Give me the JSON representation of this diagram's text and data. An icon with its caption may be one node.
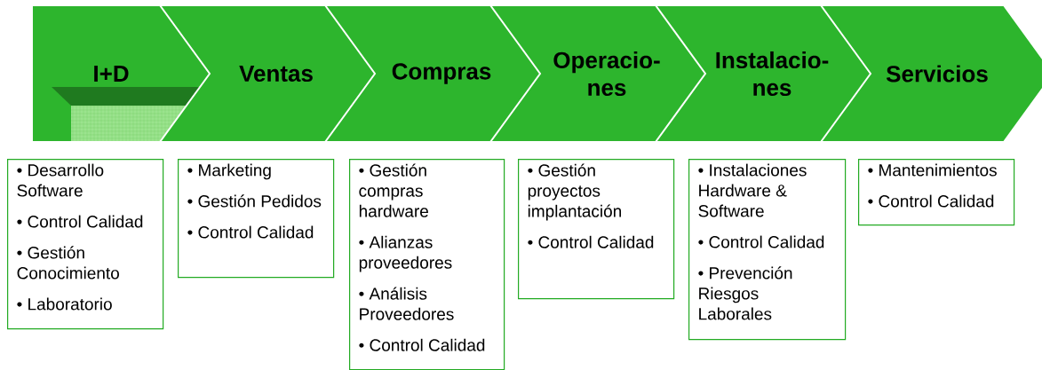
{
  "diagram": {
    "nodes": [
      {
        "text": [
          "I+D"
        ]
      },
      {
        "text": [
          "Ventas"
        ]
      },
      {
        "text": [
          "Compras"
        ]
      },
      {
        "text": [
          "Operacio- nes"
        ]
      },
      {
        "text": [
          "Instalacio- nes"
        ]
      },
      {
        "text": [
          "Servicios"
        ]
      },
      {
        "text": [
          "• Desarrollo Software",
          "• Control Calidad",
          "• Gestión Conocimiento",
          "• Laboratorio"
        ]
      },
      {
        "text": [
          "• Marketing",
          "• Gestión Pedidos",
          "• Control Calidad"
        ]
      },
      {
        "text": [
          "• Gestión compras hardware",
          "• Alianzas proveedores",
          "• Análisis Proveedores",
          "• Control Calidad"
        ]
      },
      {
        "text": [
          "• Gestión proyectos implantación",
          "• Control Calidad"
        ]
      },
      {
        "text": [
          "• Instalaciones Hardware & Software",
          "• Control Calidad",
          "• Prevención Riesgos Laborales"
        ]
      },
      {
        "text": [
          "• Mantenimientos",
          "• Control Calidad"
        ]
      }
    ]
  }
}
